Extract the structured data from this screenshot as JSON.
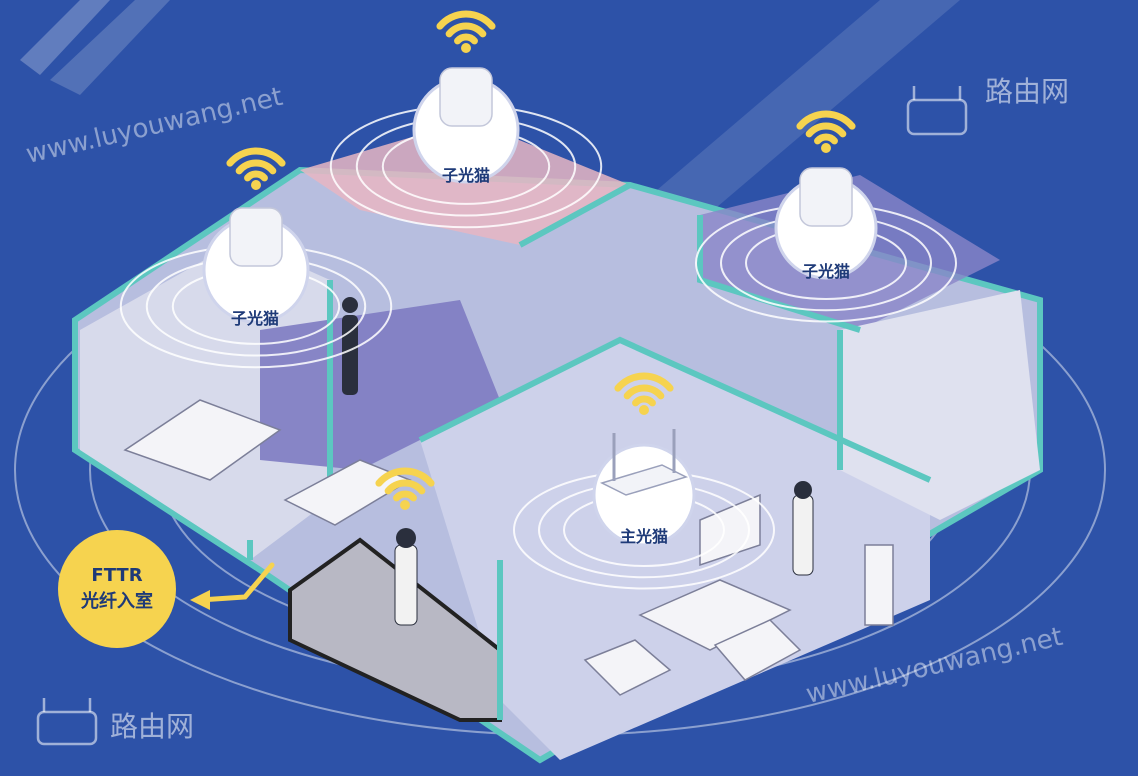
{
  "colors": {
    "background": "#2d52a8",
    "wifi": "#f6d34f",
    "wall": "#5cc7c0",
    "room_floor": "#d9dbe9",
    "purple_room": "#8a86c8",
    "pink_room": "#e7b6c3",
    "bubble": "#ffffff",
    "label_text": "#1e3a78"
  },
  "devices": {
    "sub_modem_top": {
      "label": "子光猫",
      "icon": "wifi-icon"
    },
    "sub_modem_left": {
      "label": "子光猫",
      "icon": "wifi-icon"
    },
    "sub_modem_right": {
      "label": "子光猫",
      "icon": "wifi-icon"
    },
    "main_modem": {
      "label": "主光猫",
      "icon": "wifi-icon"
    },
    "balcony_wifi": {
      "icon": "wifi-icon"
    }
  },
  "fttr": {
    "line1": "FTTR",
    "line2": "光纤入室"
  },
  "watermarks": {
    "site_top": "www.luyouwang.net",
    "site_bottom": "www.luyouwang.net",
    "brand_top": "路由网",
    "brand_bottom": "路由网"
  }
}
